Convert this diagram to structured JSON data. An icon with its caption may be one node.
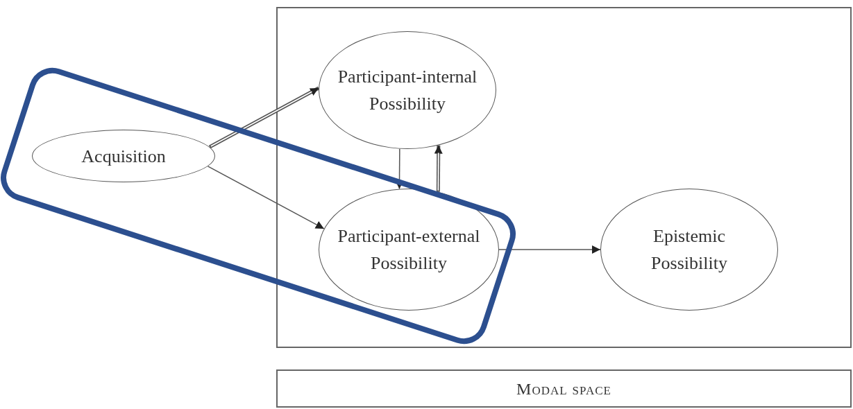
{
  "diagram": {
    "nodes": [
      {
        "text": [],
        "shape": "box"
      },
      {
        "text": [
          "Participant-internal Possibility"
        ],
        "in": 0
      },
      {
        "text": [
          "Acquisition"
        ]
      },
      {
        "text": [
          "Participant-external Possibility"
        ],
        "in": 0
      },
      {
        "text": [
          "Epistemic Possibility"
        ],
        "in": 0
      },
      {
        "text": [
          "Modal space"
        ]
      }
    ],
    "edges": [
      {
        "from": 2,
        "to": 1,
        "arrow": "to",
        "style": "thick"
      },
      {
        "from": 2,
        "to": 3,
        "arrow": "to"
      },
      {
        "from": 1,
        "to": 3,
        "arrow": "to"
      },
      {
        "from": 3,
        "to": 1,
        "arrow": "to",
        "style": "thick"
      },
      {
        "from": 3,
        "to": 4,
        "arrow": "to"
      }
    ]
  }
}
